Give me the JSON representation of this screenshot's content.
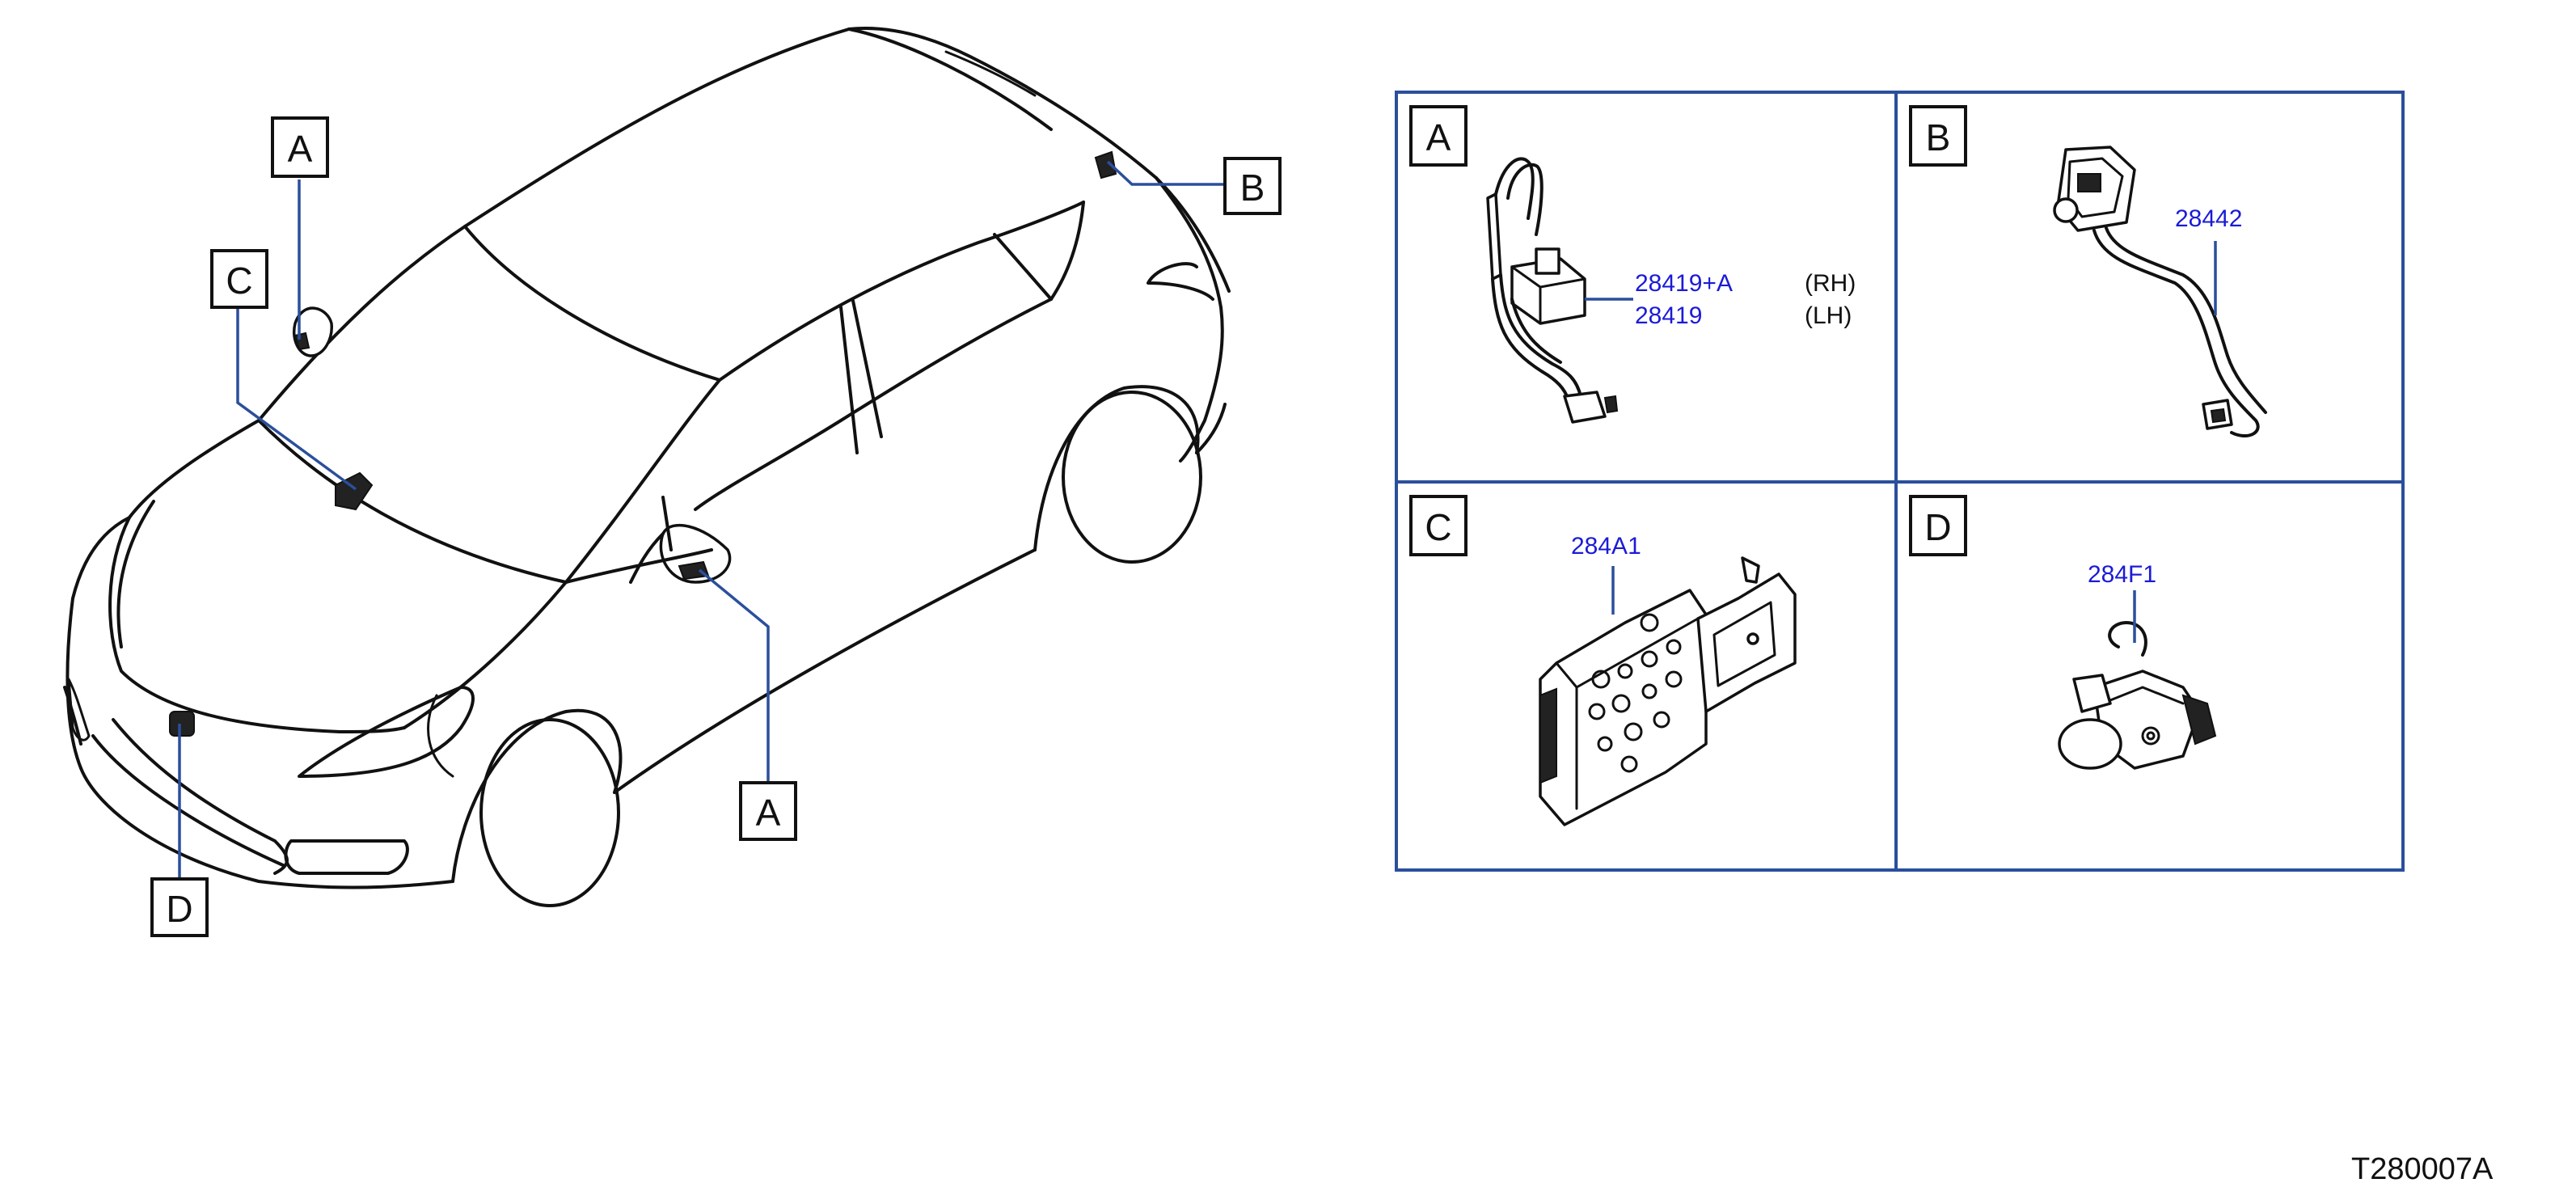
{
  "callouts": {
    "a_mirror_left": "A",
    "b_rear": "B",
    "c_windshield": "C",
    "d_front_grille": "D",
    "a_mirror_right": "A"
  },
  "panels": [
    {
      "letter": "A",
      "parts": [
        "28419+A",
        "28419"
      ],
      "notes": [
        "(RH)",
        "(LH)"
      ]
    },
    {
      "letter": "B",
      "parts": [
        "28442"
      ]
    },
    {
      "letter": "C",
      "parts": [
        "284A1"
      ]
    },
    {
      "letter": "D",
      "parts": [
        "284F1"
      ]
    }
  ],
  "figure_code": "T280007A",
  "colors": {
    "leader_lines": "#2a4f9c",
    "part_numbers": "#1b1bd6",
    "line_art": "#111111"
  }
}
